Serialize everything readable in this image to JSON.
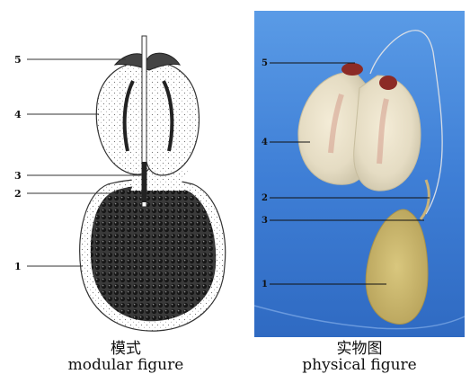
{
  "left_panel": {
    "caption_cn": "模式",
    "caption_en": "modular figure",
    "labels": [
      "5",
      "4",
      "3",
      "2",
      "1"
    ]
  },
  "right_panel": {
    "caption_cn": "实物图",
    "caption_en": "physical figure",
    "labels": [
      "5",
      "4",
      "2",
      "3",
      "1"
    ],
    "background_color": "#3f7fd6"
  }
}
